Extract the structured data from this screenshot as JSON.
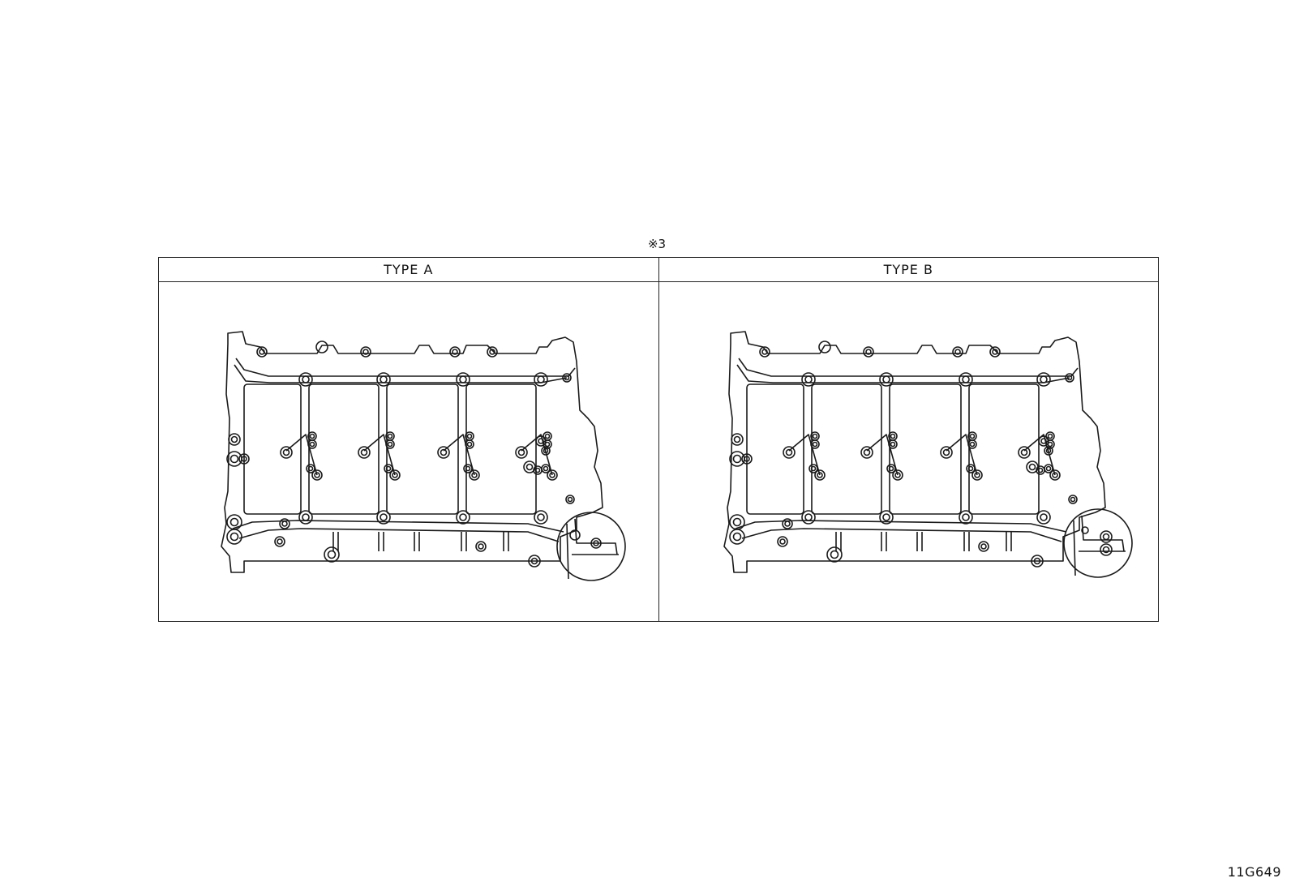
{
  "header_note": "※3",
  "types": [
    {
      "label": "TYPE A",
      "detail_holes": 1
    },
    {
      "label": "TYPE B",
      "detail_holes": 2
    }
  ],
  "reference_code": "11G649"
}
